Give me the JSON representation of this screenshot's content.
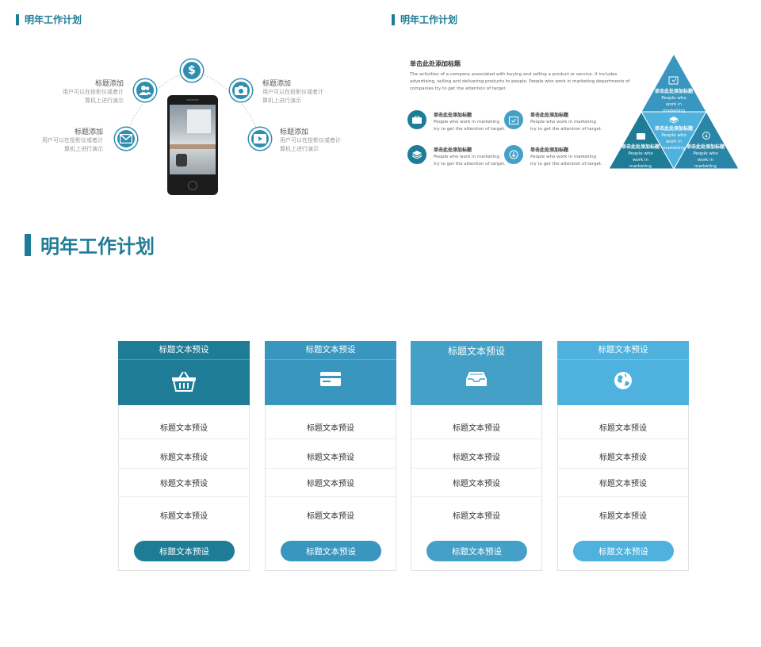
{
  "slide1": {
    "title": "明年工作计划",
    "items": [
      {
        "title": "标题添加",
        "desc1": "用户可以在投影仪或者计",
        "desc2": "算机上进行演示"
      },
      {
        "title": "标题添加",
        "desc1": "用户可以在投影仪或者计",
        "desc2": "算机上进行演示"
      },
      {
        "title": "标题添加",
        "desc1": "用户可以在投影仪或者计",
        "desc2": "算机上进行演示"
      },
      {
        "title": "标题添加",
        "desc1": "用户可以在投影仪或者计",
        "desc2": "算机上进行演示"
      }
    ],
    "top_symbol": "$"
  },
  "slide2": {
    "title": "明年工作计划",
    "heading": "单击此处添加标题",
    "desc": [
      "The activities of a company associated with buying and selling a product or service. It includes",
      "advertising, selling and delivering products to people. People who work in marketing departments of",
      "companies try to get the attention of target."
    ],
    "items": [
      {
        "title": "单击此处添加标题",
        "d1": "People who work in marketing",
        "d2": "try to get the attention of target."
      },
      {
        "title": "单击此处添加标题",
        "d1": "People who work in marketing",
        "d2": "try to get the attention of target."
      },
      {
        "title": "单击此处添加标题",
        "d1": "People who work in marketing",
        "d2": "try to get the attention of target."
      },
      {
        "title": "单击此处添加标题",
        "d1": "People who work in marketing",
        "d2": "try to get the attention of target."
      }
    ],
    "triangle": [
      {
        "title": "单击此处添加标题",
        "d1": "People who",
        "d2": "work in",
        "d3": "marketing"
      },
      {
        "title": "单击此处添加标题",
        "d1": "People who",
        "d2": "work in",
        "d3": "marketing"
      },
      {
        "title": "单击此处添加标题",
        "d1": "People who",
        "d2": "work in",
        "d3": "marketing"
      },
      {
        "title": "单击此处添加标题",
        "d1": "People who",
        "d2": "work in",
        "d3": "marketing"
      }
    ]
  },
  "slide3": {
    "title": "明年工作计划",
    "columns": [
      {
        "header": "标题文本预设",
        "color": "#1f7c96",
        "icon": "basket-icon",
        "rows": [
          "标题文本预设",
          "标题文本预设",
          "标题文本预设",
          "标题文本预设"
        ],
        "button": "标题文本预设"
      },
      {
        "header": "标题文本预设",
        "color": "#3996bf",
        "icon": "card-icon",
        "rows": [
          "标题文本预设",
          "标题文本预设",
          "标题文本预设",
          "标题文本预设"
        ],
        "button": "标题文本预设"
      },
      {
        "header": "标题文本预设",
        "color": "#45a0c7",
        "icon": "inbox-icon",
        "rows": [
          "标题文本预设",
          "标题文本预设",
          "标题文本预设",
          "标题文本预设"
        ],
        "button": "标题文本预设"
      },
      {
        "header": "标题文本预设",
        "color": "#4fb1dd",
        "icon": "globe-icon",
        "rows": [
          "标题文本预设",
          "标题文本预设",
          "标题文本预设",
          "标题文本预设"
        ],
        "button": "标题文本预设"
      }
    ]
  },
  "colors": {
    "primary": "#1f7c96",
    "accent": "#2f8eb0"
  }
}
